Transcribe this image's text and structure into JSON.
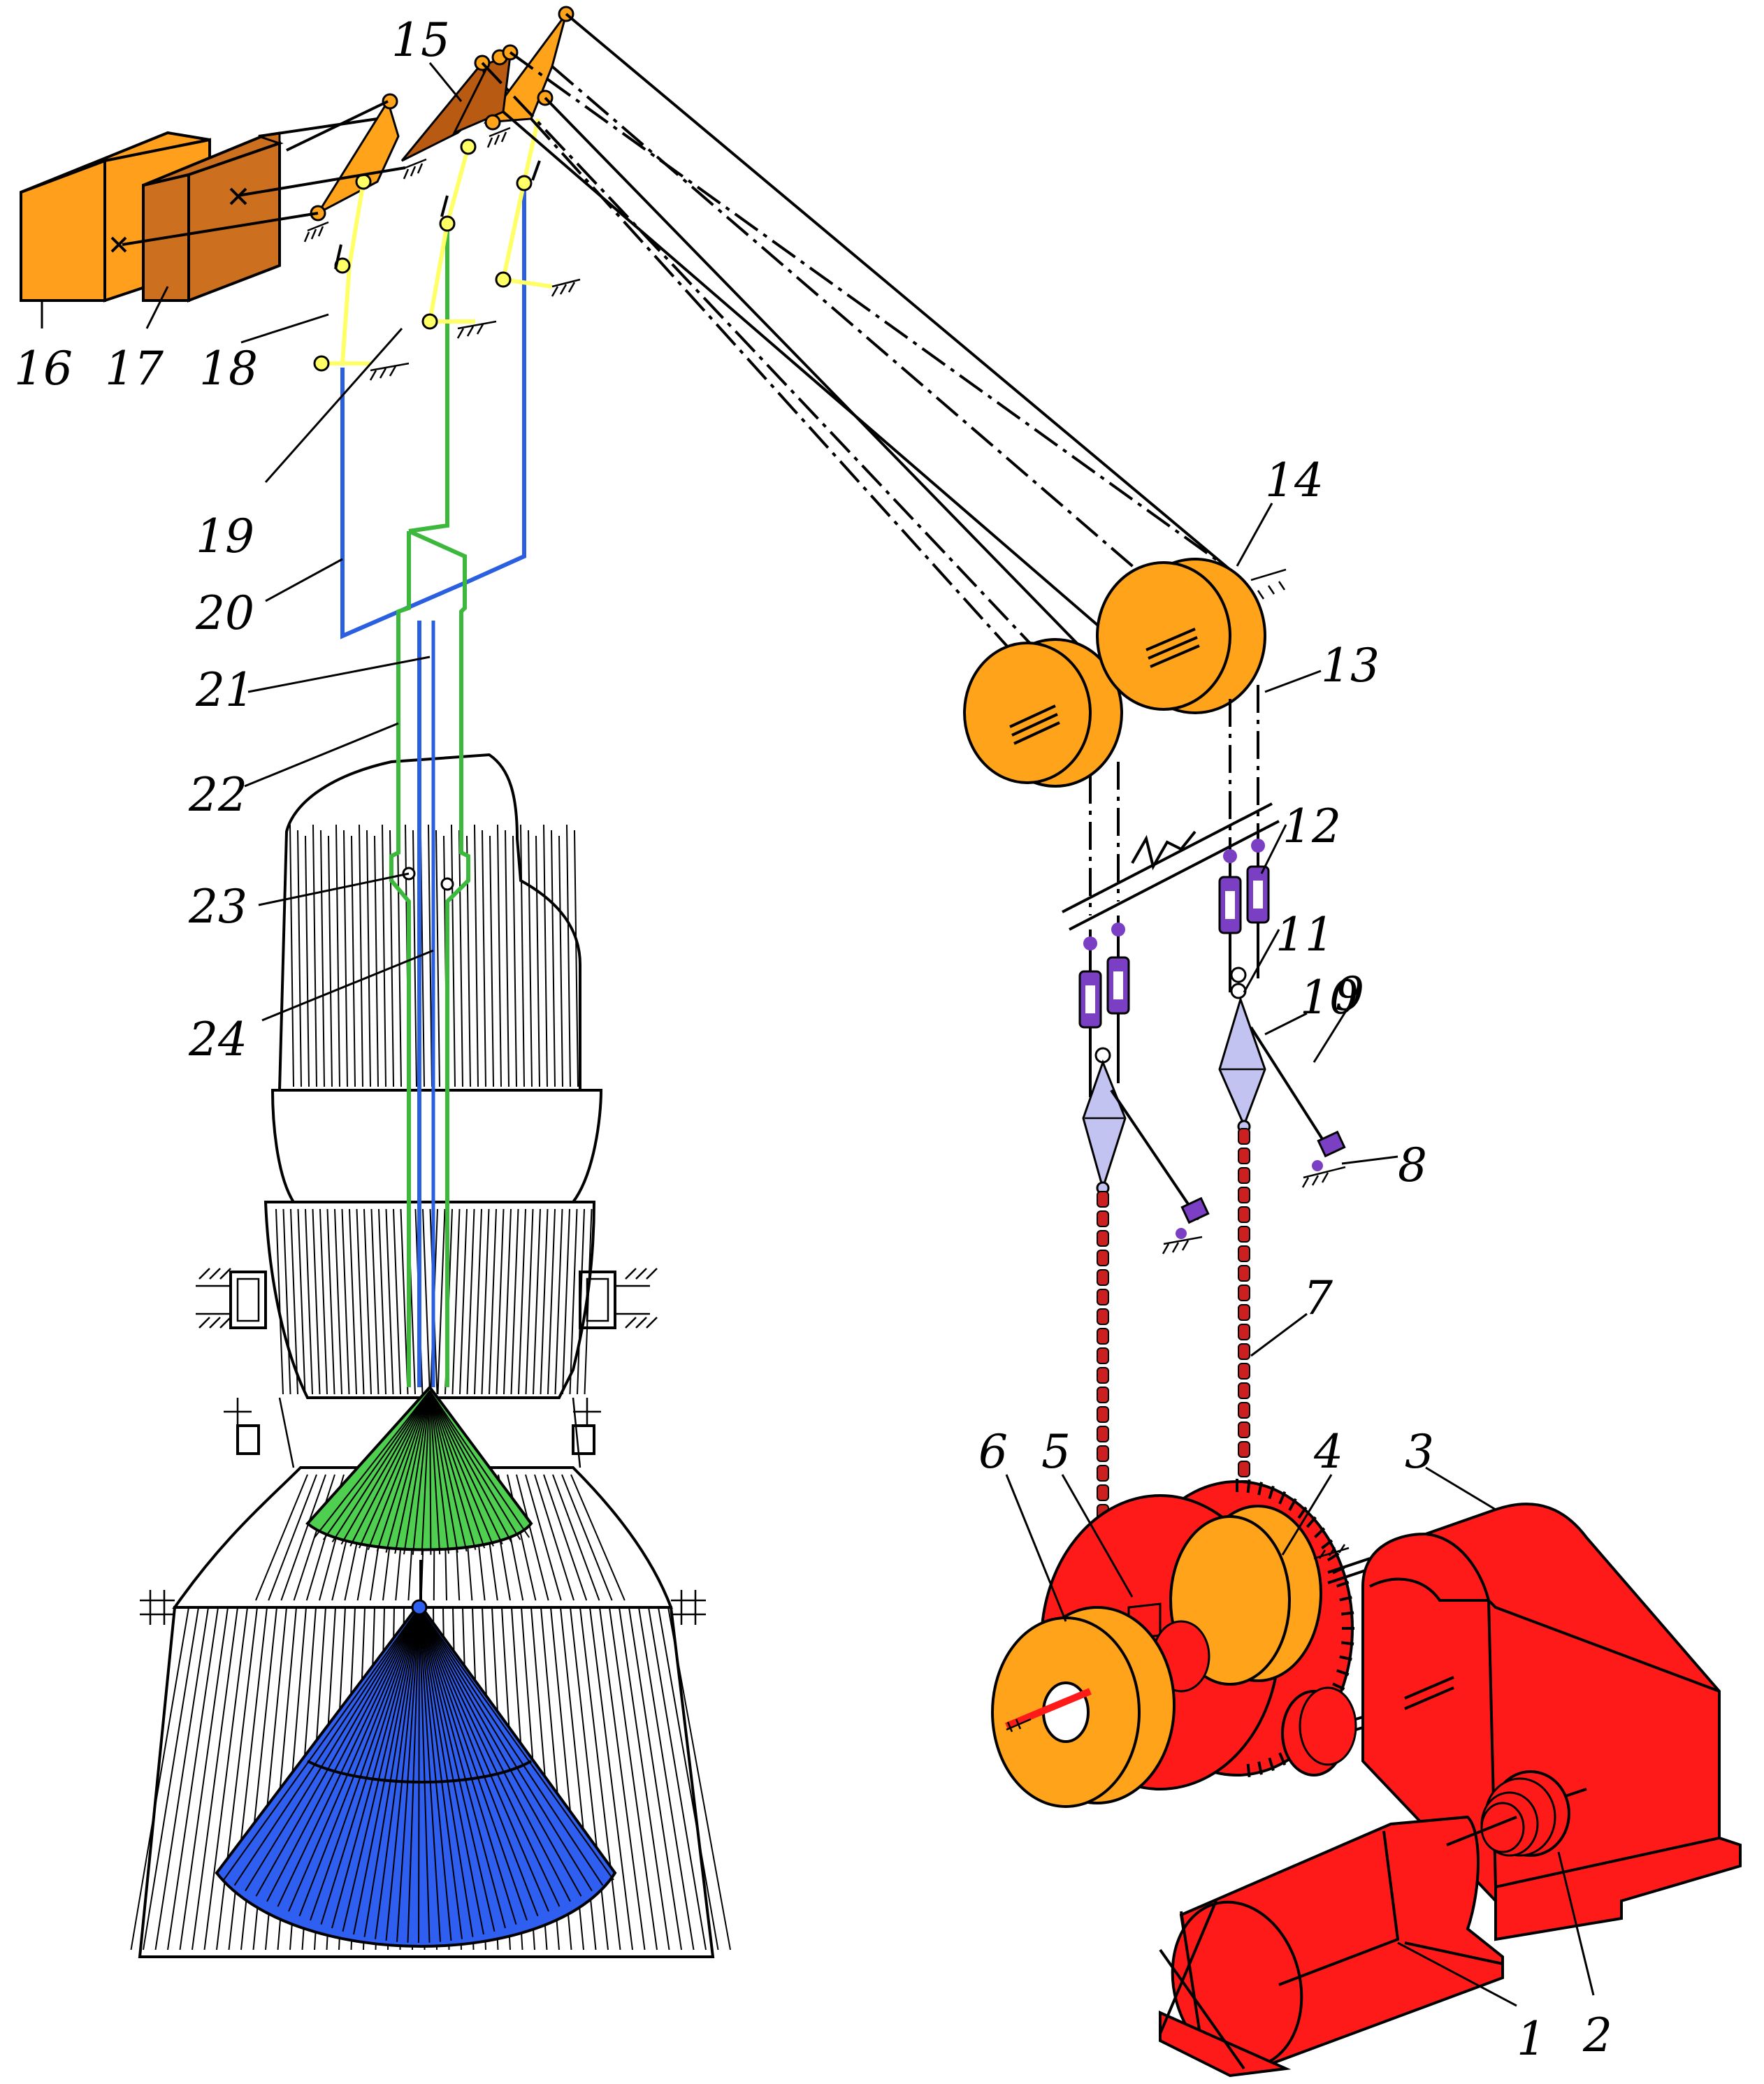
{
  "figure": {
    "labels": [
      {
        "id": "1",
        "text": "1"
      },
      {
        "id": "2",
        "text": "2"
      },
      {
        "id": "3",
        "text": "3"
      },
      {
        "id": "4",
        "text": "4"
      },
      {
        "id": "5",
        "text": "5"
      },
      {
        "id": "6",
        "text": "6"
      },
      {
        "id": "7",
        "text": "7"
      },
      {
        "id": "8",
        "text": "8"
      },
      {
        "id": "9",
        "text": "9"
      },
      {
        "id": "10",
        "text": "10"
      },
      {
        "id": "11",
        "text": "11"
      },
      {
        "id": "12",
        "text": "12"
      },
      {
        "id": "13",
        "text": "13"
      },
      {
        "id": "14",
        "text": "14"
      },
      {
        "id": "15",
        "text": "15"
      },
      {
        "id": "16",
        "text": "16"
      },
      {
        "id": "17",
        "text": "17"
      },
      {
        "id": "18",
        "text": "18"
      },
      {
        "id": "19",
        "text": "19"
      },
      {
        "id": "20",
        "text": "20"
      },
      {
        "id": "21",
        "text": "21"
      },
      {
        "id": "22",
        "text": "22"
      },
      {
        "id": "23",
        "text": "23"
      },
      {
        "id": "24",
        "text": "24"
      }
    ]
  },
  "colors": {
    "drive_red": "#ff1a1a",
    "pulley_orange": "#ffa31a",
    "counterweight_orange": "#ff9f1c",
    "counterweight_brown": "#cc6f1f",
    "lever_dark": "#b85a12",
    "rod_yellow": "#ffff66",
    "frame_blue": "#2a5fe0",
    "frame_green": "#3cb83c",
    "cone_green": "#4fcf4f",
    "cone_blue": "#2f5ff0",
    "tensioner_purple": "#7a3fc2",
    "plate_lavender": "#c3c3f2",
    "chain_red": "#cc1f1f"
  },
  "icons": {
    "hatch": "ground-hatch-icon",
    "pin": "pivot-pin-icon"
  }
}
